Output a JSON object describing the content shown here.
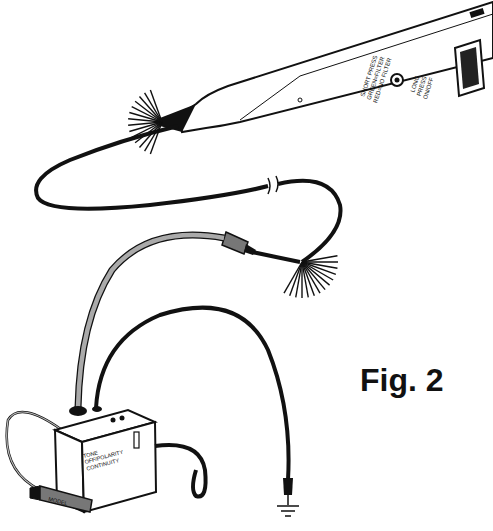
{
  "diagram": {
    "labels": [
      "SHORT PRESS GREEN=FILTER RED=NO FILTER",
      "LONG PRESS ON/OFF",
      "TONE OFF/POLARITY CONTINUITY",
      "MODEL",
      "Fig. 2"
    ]
  }
}
